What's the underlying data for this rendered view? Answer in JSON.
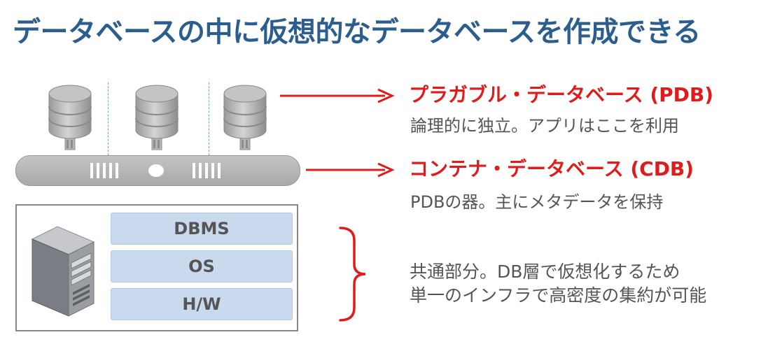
{
  "title": "データベースの中に仮想的なデータベースを作成できる",
  "pdb": {
    "label": "プラガブル・データベース (PDB)",
    "description": "論理的に独立。アプリはここを利用"
  },
  "cdb": {
    "label": "コンテナ・データベース (CDB)",
    "description": "PDBの器。主にメタデータを保持"
  },
  "stack": {
    "layers": [
      "DBMS",
      "OS",
      "H/W"
    ]
  },
  "shared": {
    "line1": "共通部分。DB層で仮想化するため",
    "line2": "単一のインフラで高密度の集約が可能"
  },
  "colors": {
    "title": "#2b5d8f",
    "accent_red": "#e01b1b",
    "layer_fill": "#c9d9ee",
    "text_gray": "#555555"
  },
  "icons": {
    "database": "database-cylinder-icon",
    "server": "server-tower-icon",
    "arrow": "arrow-right-icon",
    "brace": "right-brace-icon"
  }
}
